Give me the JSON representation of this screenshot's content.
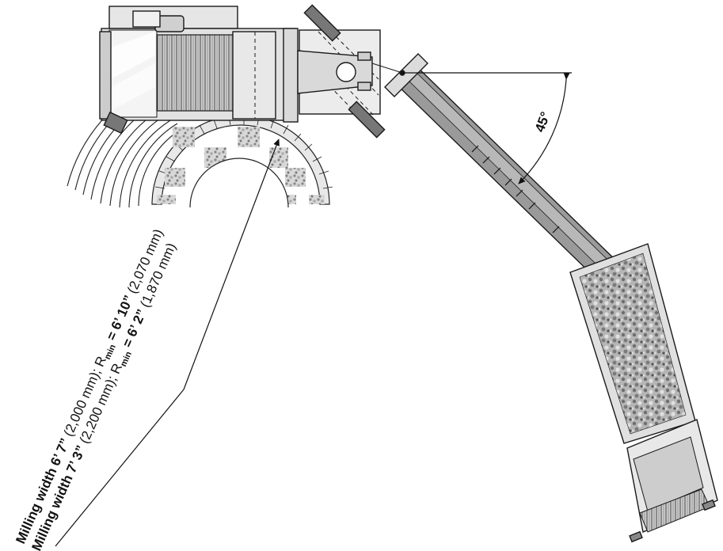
{
  "angle_label": "45°",
  "labels": [
    {
      "a": "Milling width 6’ 7”",
      "b": " (2,000 mm); R",
      "sub": "min",
      "c": " = 6’ 10”",
      "d": " (2,070 mm)"
    },
    {
      "a": "Milling width 7’ 3”",
      "b": " (2,200 mm); R",
      "sub": "min",
      "c": " = 6’ 2”",
      "d": " (1,870 mm)"
    }
  ],
  "colors": {
    "outline": "#1a1a1a",
    "body_fill": "#e2e2e2",
    "conveyor_fill": "#9a9a9a",
    "aggregate": "#8a8a8a",
    "background": "#ffffff"
  }
}
